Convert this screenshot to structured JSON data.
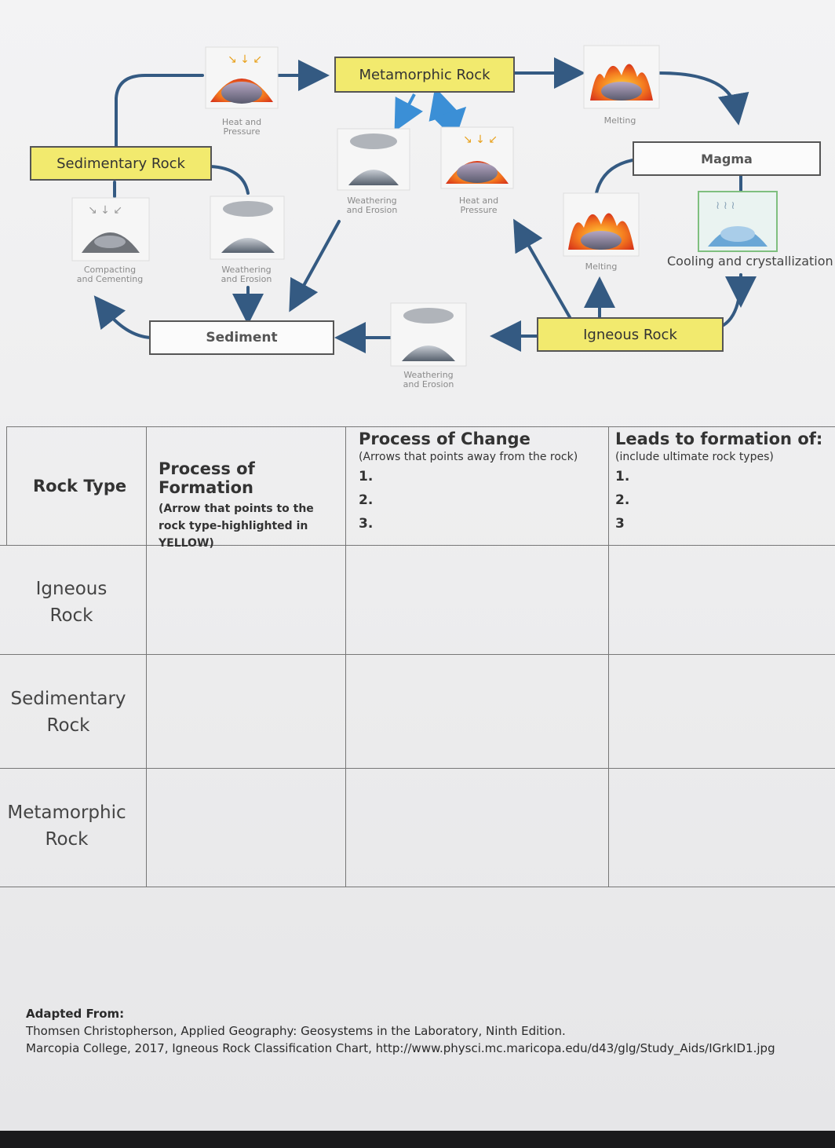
{
  "diagram": {
    "nodes": {
      "metamorphic": "Metamorphic Rock",
      "sedimentary": "Sedimentary Rock",
      "magma": "Magma",
      "sediment": "Sediment",
      "igneous": "Igneous Rock"
    },
    "captions": {
      "heat_pressure_top": [
        "Heat and",
        "Pressure"
      ],
      "melting_top": [
        "Melting"
      ],
      "weathering_mid": [
        "Weathering",
        "and Erosion"
      ],
      "heat_pressure_mid": [
        "Heat and",
        "Pressure"
      ],
      "compacting": [
        "Compacting",
        "and Cementing"
      ],
      "weathering_left": [
        "Weathering",
        "and Erosion"
      ],
      "melting_right": [
        "Melting"
      ],
      "weathering_bottom": [
        "Weathering",
        "and Erosion"
      ],
      "cooling": "Cooling and crystallization"
    },
    "colors": {
      "yellow_box": "#f2ea6e",
      "arrow_dark": "#345a82",
      "arrow_light": "#3b8fd6"
    }
  },
  "table": {
    "headers": {
      "rock_type": "Rock Type",
      "formation": "Process of Formation",
      "formation_sub": "(Arrow that points to the rock type-highlighted in YELLOW)",
      "change": "Process of Change",
      "change_sub": "(Arrows that points away from the rock)",
      "change_nums": [
        "1.",
        "2.",
        "3."
      ],
      "leads": "Leads to formation of:",
      "leads_sub": "(include ultimate rock types)",
      "leads_nums": [
        "1.",
        "2.",
        "3"
      ]
    },
    "rows": [
      [
        "Igneous",
        "Rock"
      ],
      [
        "Sedimentary",
        "Rock"
      ],
      [
        "Metamorphic",
        "Rock"
      ]
    ]
  },
  "citation": {
    "heading": "Adapted From:",
    "line1": "Thomsen Christopherson, Applied Geography: Geosystems in the Laboratory, Ninth Edition.",
    "line2": "Marcopia College, 2017, Igneous Rock Classification Chart, http://www.physci.mc.maricopa.edu/d43/glg/Study_Aids/IGrkID1.jpg"
  }
}
